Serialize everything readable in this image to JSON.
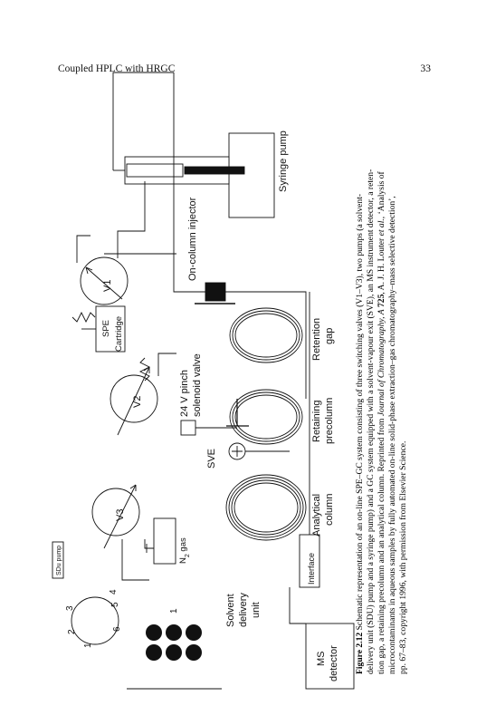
{
  "header": {
    "title": "Coupled HPLC with HRGC",
    "page_number": "33"
  },
  "figure": {
    "labels": {
      "syringe_pump": "Syringe pump",
      "on_column_injector": "On-column injector",
      "v1": "V1",
      "v2": "V2",
      "v3": "V3",
      "spe": "SPE",
      "cartridge": "Cartridge",
      "pinch_1": "24 V pinch",
      "pinch_2": "solenoid valve",
      "sve": "SVE",
      "n2": "N",
      "n2_sub": "2",
      "n2_rest": " gas",
      "sdu_pump": "SDu pump",
      "interface": "Interface",
      "analytical_1": "Analytical",
      "analytical_2": "column",
      "retaining_1": "Retaining",
      "retaining_2": "precolumn",
      "retention_1": "Retention",
      "retention_2": "gap",
      "solvent_1": "Solvent",
      "solvent_2": "delivery",
      "solvent_3": "unit",
      "ms_1": "MS",
      "ms_2": "detector",
      "port_1": "1",
      "port_2": "2",
      "port_3": "3",
      "port_4": "4",
      "port_5": "5",
      "port_6": "6",
      "bottle_1": "1"
    }
  },
  "caption": {
    "lines": [
      {
        "bold": "Figure 2.12",
        "text": "   Schematic representation of an on-line SPE–GC system consisting of three switching valves (V1–V3), two pumps (a solvent-"
      },
      {
        "text": "delivery unit (SDU) pump and a syringe pump) and a GC system equipped with a solvent-vapour exit (SVE), an MS instrument detector, a reten-"
      },
      {
        "text": "tion gap, a retaining precolumn and an analytical column. Reprinted from ",
        "italic": "Journal of Chromatography, A",
        "bold2": " 725",
        "text2": ", A. J. H. Louter ",
        "italic2": "et al.",
        "text3": ", ‘Analysis of"
      },
      {
        "text": "microcontaminants in aqueous samples by fully automated on-line solid-phase extraction–gas chromatography–mass selective detection’,"
      },
      {
        "text": "pp. 67–83, copyright 1996, with permission from Elsevier Science."
      }
    ]
  }
}
